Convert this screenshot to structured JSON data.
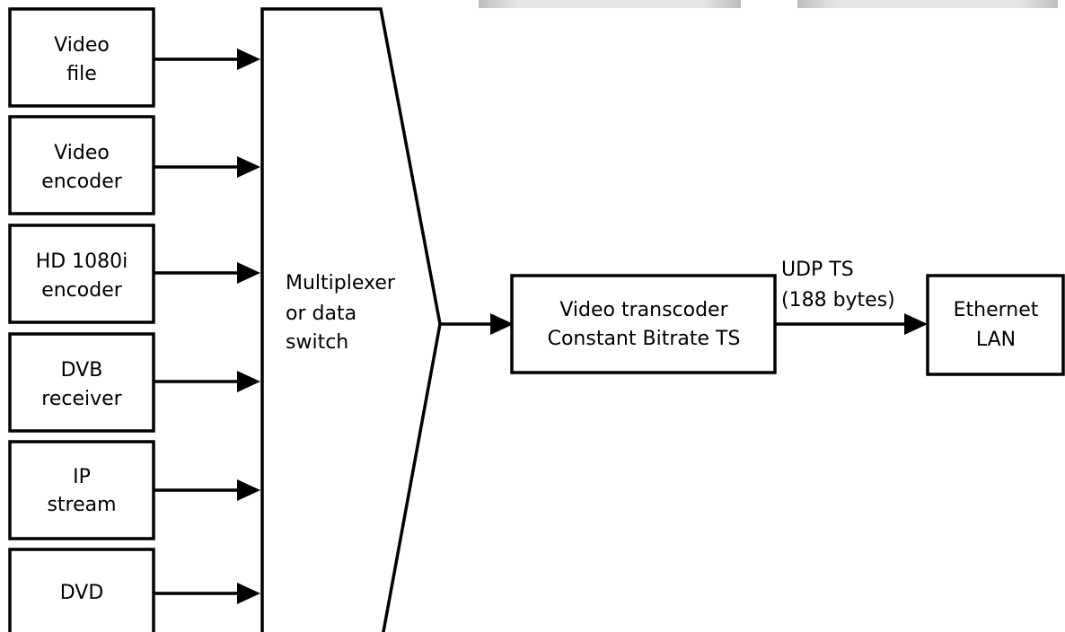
{
  "sources": [
    {
      "line1": "Video",
      "line2": "file"
    },
    {
      "line1": "Video",
      "line2": "encoder"
    },
    {
      "line1": "HD 1080i",
      "line2": "encoder"
    },
    {
      "line1": "DVB",
      "line2": "receiver"
    },
    {
      "line1": "IP",
      "line2": "stream"
    },
    {
      "line1": "DVD",
      "line2": ""
    }
  ],
  "multiplexer": {
    "line1": "Multiplexer",
    "line2": "or data",
    "line3": "switch"
  },
  "transcoder": {
    "line1": "Video transcoder",
    "line2": "Constant Bitrate TS"
  },
  "link_label": {
    "line1": "UDP TS",
    "line2": "(188 bytes)"
  },
  "lan": {
    "line1": "Ethernet",
    "line2": "LAN"
  },
  "colors": {
    "stroke": "#000000",
    "background": "#ffffff",
    "top_strip": "#d4d4d4"
  }
}
